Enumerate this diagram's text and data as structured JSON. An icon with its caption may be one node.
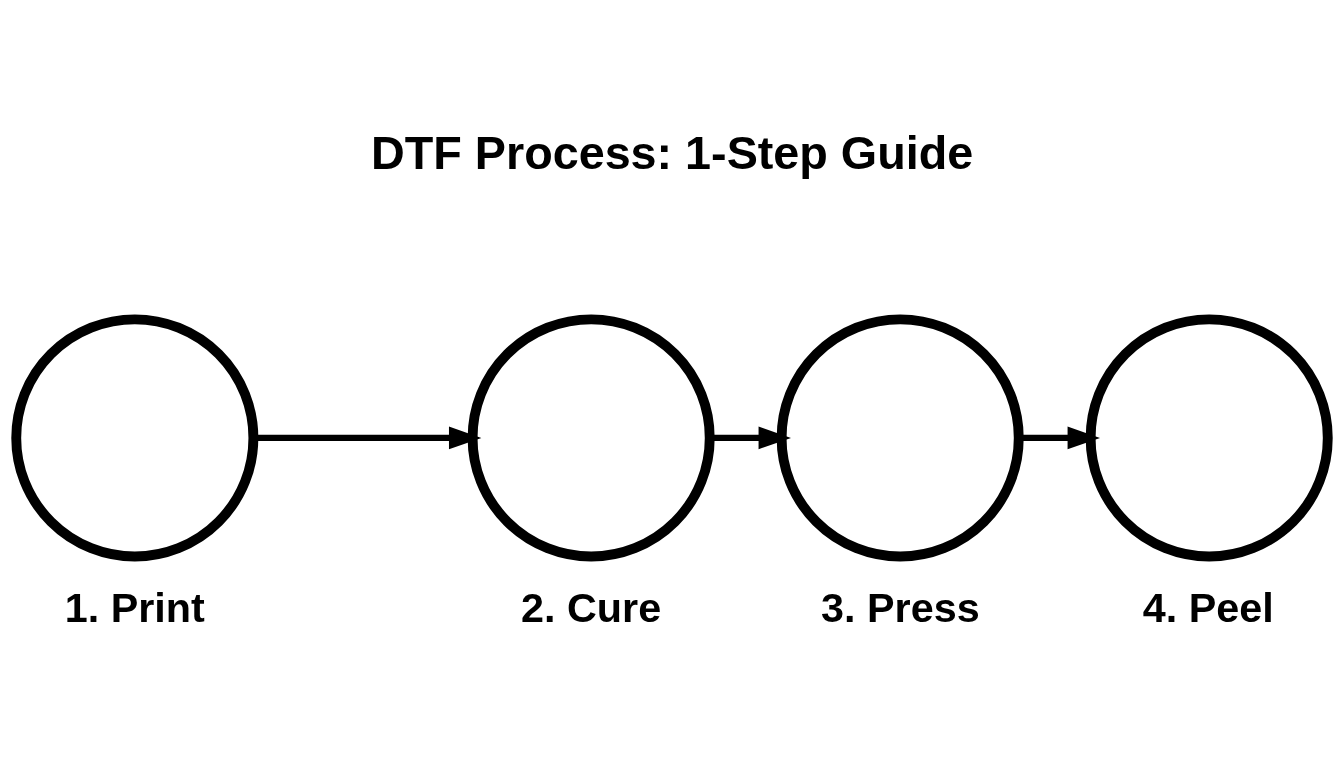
{
  "diagram": {
    "title": "DTF Process: 1-Step Guide",
    "nodes": [
      {
        "text": [
          "1. Print"
        ]
      },
      {
        "text": [
          "2. Cure"
        ]
      },
      {
        "text": [
          "3. Press"
        ]
      },
      {
        "text": [
          "4. Peel"
        ]
      }
    ],
    "edges": [
      {
        "from": 0,
        "to": 1,
        "arrow": "to"
      },
      {
        "from": 1,
        "to": 2,
        "arrow": "to"
      },
      {
        "from": 2,
        "to": 3,
        "arrow": "to"
      }
    ]
  }
}
